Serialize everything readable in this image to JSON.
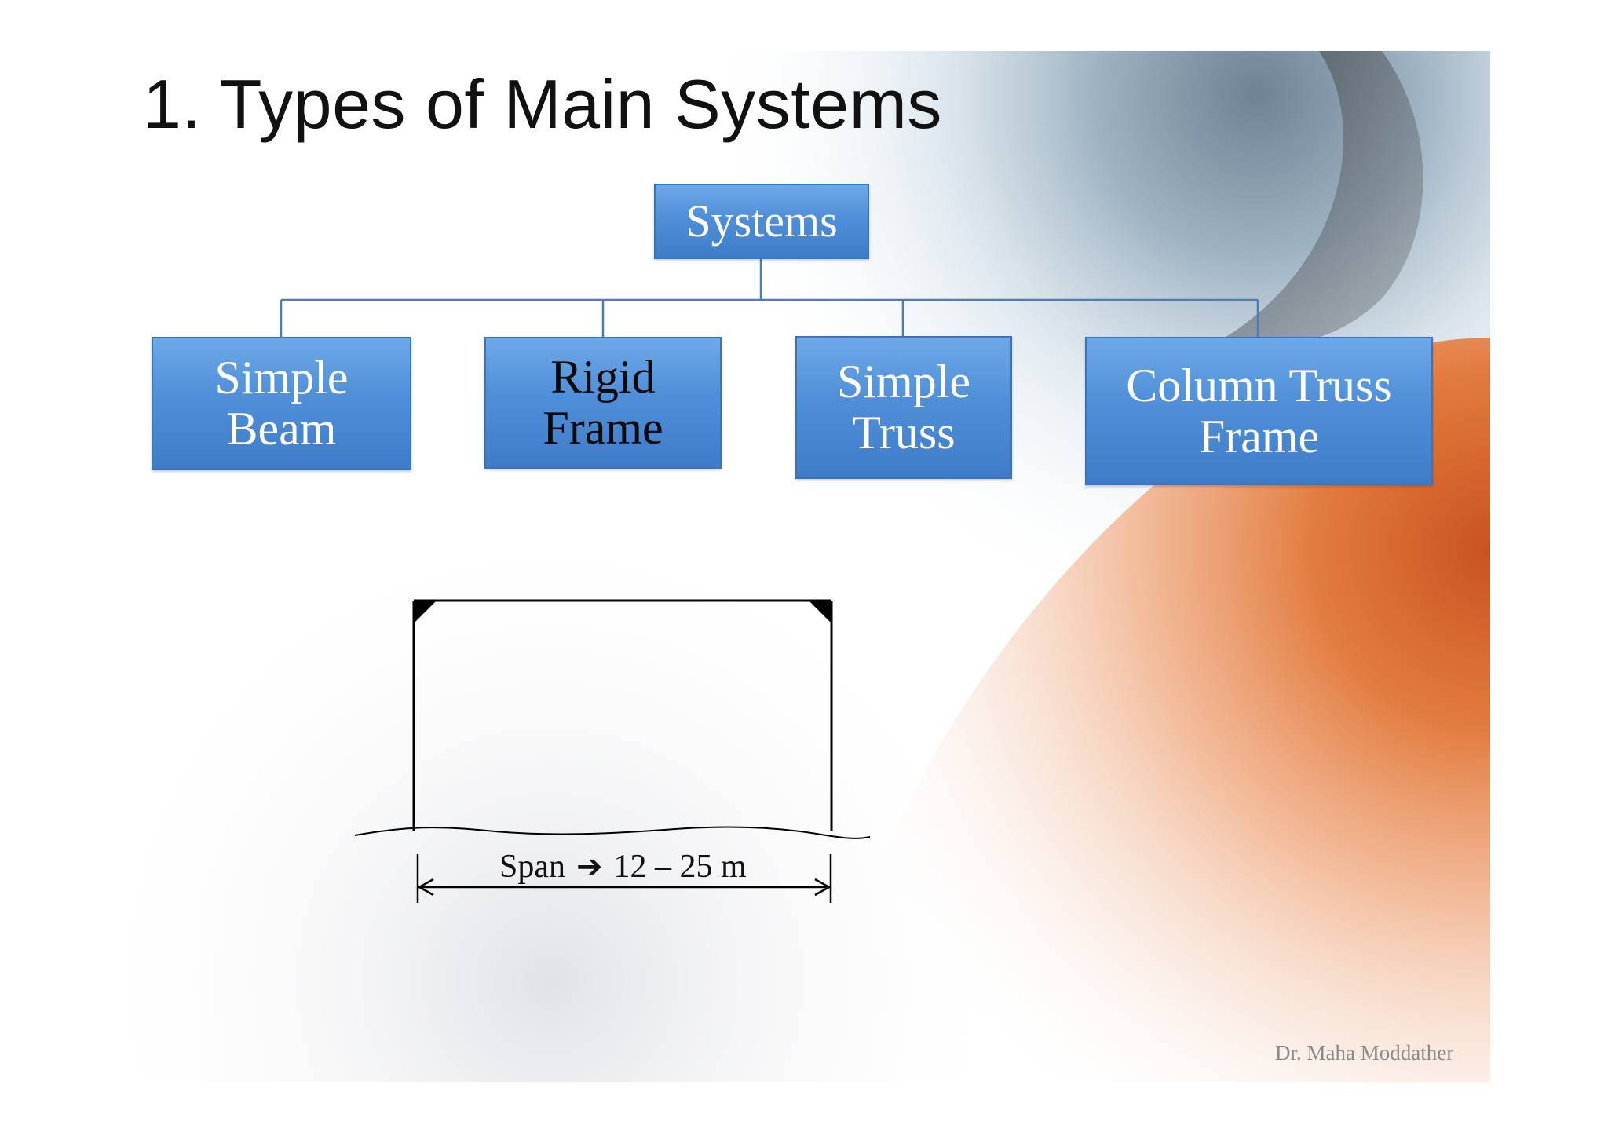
{
  "slide": {
    "title": "1. Types of Main Systems",
    "footer": "Dr. Maha Moddather"
  },
  "hierarchy": {
    "root": {
      "label": "Systems"
    },
    "children": [
      {
        "label": "Simple\nBeam"
      },
      {
        "label": "Rigid\nFrame"
      },
      {
        "label": "Simple\nTruss"
      },
      {
        "label": "Column Truss\nFrame"
      }
    ]
  },
  "frame_sketch": {
    "span_word": "Span",
    "span_arrow_icon": "right-arrow-icon",
    "span_range": "12 – 25 m"
  },
  "colors": {
    "node_blue": "#4f8fd8",
    "connector": "#4a7fb5",
    "accent_orange": "#e07a3c"
  }
}
